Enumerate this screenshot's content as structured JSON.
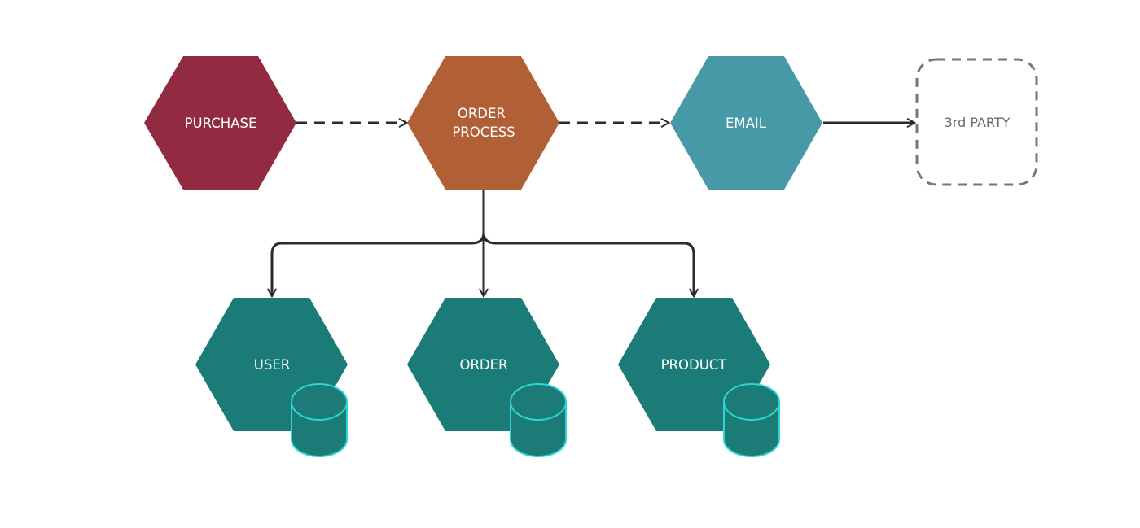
{
  "diagram": {
    "nodes": {
      "purchase": {
        "label": "PURCHASE",
        "color": "#922b41"
      },
      "order_process": {
        "label_lines": [
          "ORDER",
          "PROCESS"
        ],
        "color": "#b16035"
      },
      "email": {
        "label": "EMAIL",
        "color": "#4899a8"
      },
      "third_party": {
        "label": "3rd PARTY",
        "border_color": "#777777",
        "text_color": "#6b6b6b"
      },
      "user": {
        "label": "USER",
        "color": "#1b7b76"
      },
      "order": {
        "label": "ORDER",
        "color": "#1b7b76"
      },
      "product": {
        "label": "PRODUCT",
        "color": "#1b7b76"
      }
    },
    "database": {
      "fill": "#1b7b76",
      "stroke": "#2ed5d6"
    },
    "edges": [
      {
        "from": "purchase",
        "to": "order_process",
        "style": "dashed"
      },
      {
        "from": "order_process",
        "to": "email",
        "style": "dashed"
      },
      {
        "from": "email",
        "to": "third_party",
        "style": "solid"
      },
      {
        "from": "order_process",
        "to": "user",
        "style": "solid"
      },
      {
        "from": "order_process",
        "to": "order",
        "style": "solid"
      },
      {
        "from": "order_process",
        "to": "product",
        "style": "solid"
      }
    ],
    "line_color": "#2b2b2b"
  }
}
